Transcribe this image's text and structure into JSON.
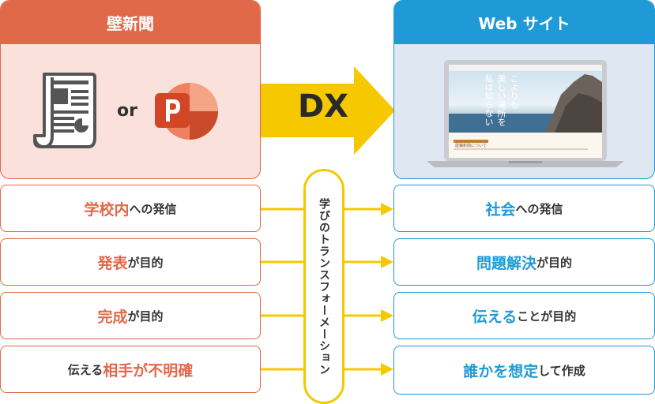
{
  "left_panel": {
    "title": "壁新聞",
    "or_text": "or"
  },
  "right_panel": {
    "title": "Web サイト"
  },
  "center": {
    "dx": "DX",
    "vertical_label": "学びのトランスフォーメーション"
  },
  "left_rows": [
    {
      "highlight": "学校内",
      "rest": "への発信",
      "order": "hl-first"
    },
    {
      "highlight": "発表",
      "rest": "が目的",
      "order": "hl-first"
    },
    {
      "highlight": "完成",
      "rest": "が目的",
      "order": "hl-first"
    },
    {
      "prefix": "伝える",
      "highlight": "相手が不明確",
      "order": "hl-last"
    }
  ],
  "right_rows": [
    {
      "highlight": "社会",
      "rest": "への発信"
    },
    {
      "highlight": "問題解決",
      "rest": "が目的"
    },
    {
      "highlight": "伝える",
      "rest": "ことが目的"
    },
    {
      "highlight": "誰かを想定",
      "rest": "して作成"
    }
  ],
  "laptop_screen": {
    "vertical_text_1": "こよりも",
    "vertical_text_2": "美しい場所を",
    "vertical_text_3": "私は知らない",
    "section_title": "屋鋪新聞について"
  },
  "colors": {
    "orange": "#e0694a",
    "blue": "#1f9ad6",
    "yellow": "#f5c800"
  },
  "icons": [
    "newspaper-icon",
    "powerpoint-icon",
    "laptop-icon",
    "dx-arrow-icon",
    "connector-arrow-icon"
  ]
}
